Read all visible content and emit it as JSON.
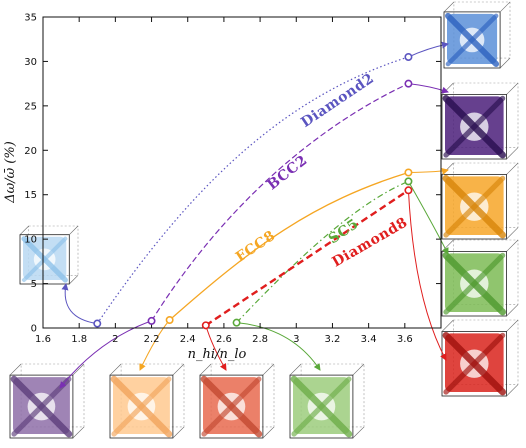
{
  "chart_data": {
    "type": "scatter",
    "xlabel": "n_hi/n_lo",
    "ylabel": "Δω/ω̄ (%)",
    "xlim": [
      1.6,
      3.8
    ],
    "ylim": [
      0,
      35
    ],
    "xticks": [
      "1.6",
      "1.8",
      "2",
      "2.2",
      "2.4",
      "2.6",
      "2.8",
      "3",
      "3.2",
      "3.4",
      "3.6"
    ],
    "yticks": [
      "0",
      "5",
      "10",
      "15",
      "20",
      "25",
      "30",
      "35"
    ],
    "grid": false,
    "series": [
      {
        "name": "Diamond2",
        "color": "#5b55c0",
        "line_style": "dotted",
        "points": [
          {
            "x": 1.9,
            "y": 0.5
          },
          {
            "x": 3.62,
            "y": 30.5
          }
        ]
      },
      {
        "name": "BCC2",
        "color": "#7a2fb3",
        "line_style": "dashed",
        "points": [
          {
            "x": 2.2,
            "y": 0.8
          },
          {
            "x": 3.62,
            "y": 27.5
          }
        ]
      },
      {
        "name": "FCC8",
        "color": "#f5a623",
        "line_style": "solid",
        "points": [
          {
            "x": 2.3,
            "y": 0.9
          },
          {
            "x": 3.62,
            "y": 17.5
          }
        ]
      },
      {
        "name": "SC5",
        "color": "#5aa83a",
        "line_style": "dashdot",
        "points": [
          {
            "x": 2.67,
            "y": 0.6
          },
          {
            "x": 3.62,
            "y": 16.5
          }
        ]
      },
      {
        "name": "Diamond8",
        "color": "#e01e1e",
        "line_style": "dashed-thick",
        "points": [
          {
            "x": 2.5,
            "y": 0.3
          },
          {
            "x": 3.62,
            "y": 15.5
          }
        ]
      }
    ],
    "insets": [
      {
        "name": "diamond2-low-structure",
        "color": "#b8d8f2",
        "edge": "#8ec2ea"
      },
      {
        "name": "diamond2-high-structure",
        "color": "#5a8fd8",
        "edge": "#2e62c0"
      },
      {
        "name": "bcc2-high-structure",
        "color": "#4b1f7a",
        "edge": "#2a0f50"
      },
      {
        "name": "fcc8-high-structure",
        "color": "#f7a628",
        "edge": "#d8860a"
      },
      {
        "name": "sc5-high-structure",
        "color": "#7cbb55",
        "edge": "#4f9a2f"
      },
      {
        "name": "diamond8-high-structure",
        "color": "#d9231c",
        "edge": "#a0120e"
      },
      {
        "name": "bcc2-low-structure",
        "color": "#8e6fa8",
        "edge": "#5e3f7c"
      },
      {
        "name": "fcc8-low-structure",
        "color": "#ffc98f",
        "edge": "#f2a55d"
      },
      {
        "name": "diamond8-low-structure",
        "color": "#e86a4f",
        "edge": "#c44a32"
      },
      {
        "name": "sc5-low-structure",
        "color": "#9ccc7c",
        "edge": "#6fae4a"
      }
    ]
  }
}
